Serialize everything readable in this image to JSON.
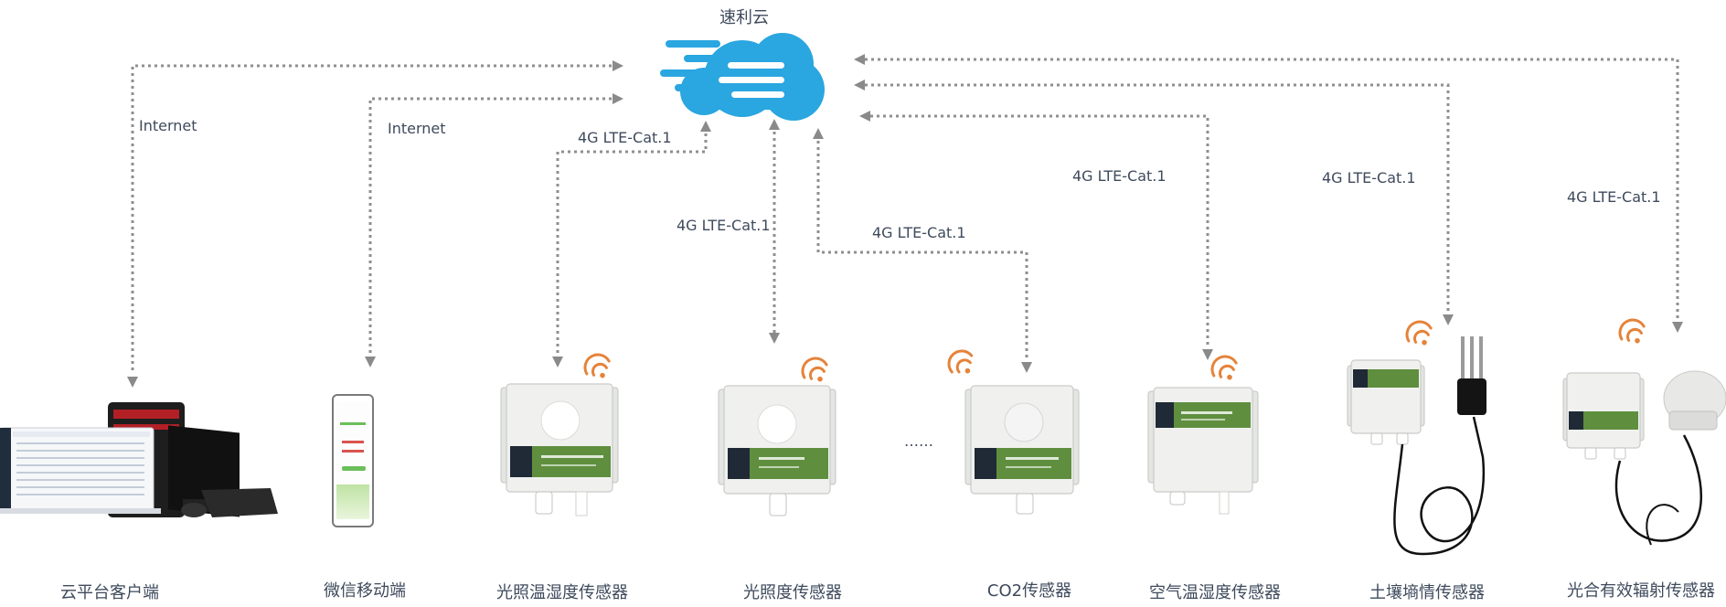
{
  "cloud": {
    "name": "速利云",
    "color": "#2aa6e0"
  },
  "links": {
    "client_label": "Internet",
    "mobile_label": "Internet",
    "sensor_labels": [
      "4G LTE-Cat.1",
      "4G LTE-Cat.1",
      "4G LTE-Cat.1",
      "4G LTE-Cat.1",
      "4G LTE-Cat.1",
      "4G LTE-Cat.1"
    ]
  },
  "ellipsis": "……",
  "devices": [
    {
      "name": "云平台客户端",
      "icon": "desktop-computer-icon"
    },
    {
      "name": "微信移动端",
      "icon": "smartphone-icon"
    },
    {
      "name": "光照温湿度传感器",
      "icon": "light-temp-humidity-sensor-icon"
    },
    {
      "name": "光照度传感器",
      "icon": "light-sensor-icon"
    },
    {
      "name": "CO2传感器",
      "icon": "co2-sensor-icon"
    },
    {
      "name": "空气温湿度传感器",
      "icon": "air-temp-humidity-sensor-icon"
    },
    {
      "name": "土壤墒情传感器",
      "icon": "soil-moisture-sensor-icon"
    },
    {
      "name": "光合有效辐射传感器",
      "icon": "par-sensor-icon"
    }
  ],
  "colors": {
    "wifi": "#e5833a",
    "link": "#8f8f8f",
    "label_strip": "#5f8f3e",
    "text": "#3e4a5c"
  }
}
